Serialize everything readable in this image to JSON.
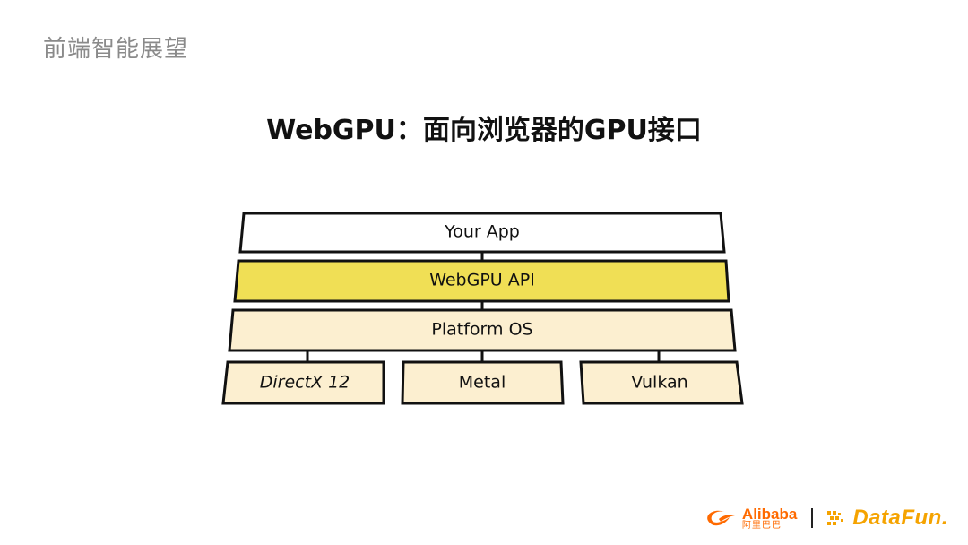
{
  "slide": {
    "section_title": "前端智能展望",
    "title": "WebGPU：面向浏览器的GPU接口"
  },
  "diagram": {
    "layers": {
      "app": "Your App",
      "api": "WebGPU API",
      "os": "Platform OS"
    },
    "backends": [
      "DirectX 12",
      "Metal",
      "Vulkan"
    ],
    "colors": {
      "app": "#ffffff",
      "api": "#f0df55",
      "os": "#fcefd0",
      "backend": "#fcefd0",
      "stroke": "#111111"
    }
  },
  "footer": {
    "alibaba_en": "Alibaba",
    "alibaba_cn": "阿里巴巴",
    "datafun": "DataFun."
  }
}
